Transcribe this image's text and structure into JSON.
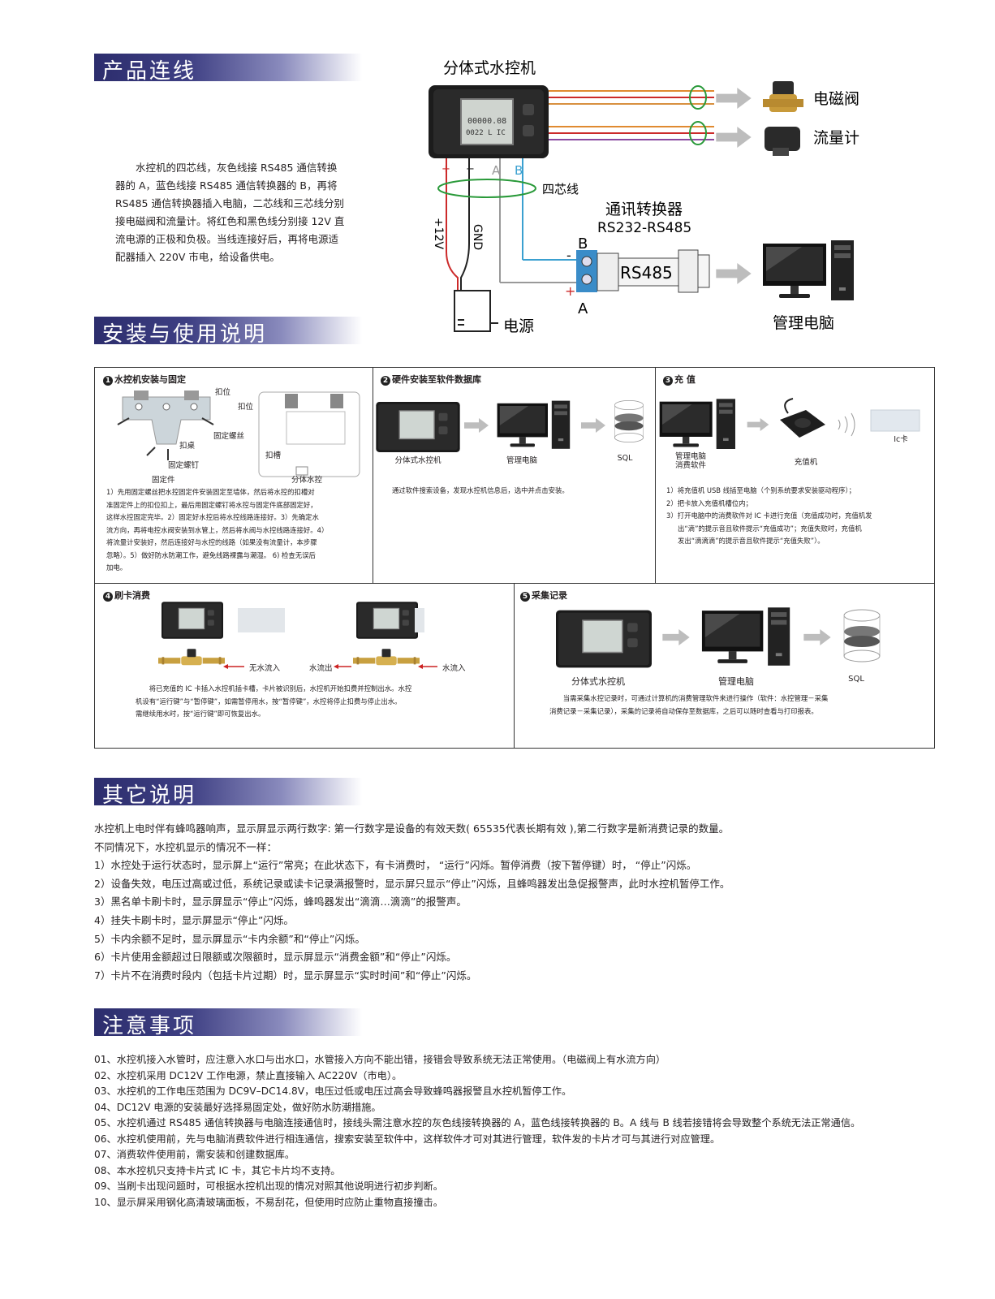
{
  "section_titles": {
    "wiring": "产品连线",
    "install": "安装与使用说明",
    "other": "其它说明",
    "caution": "注意事项"
  },
  "wiring_text": [
    "水控机的四芯线，灰色线接 RS485 通信转换",
    "器的 A，蓝色线接 RS485 通信转换器的 B，再将",
    "RS485 通信转换器插入电脑，二芯线和三芯线分别",
    "接电磁阀和流量计。将红色和黑色线分别接 12V 直",
    "流电源的正极和负极。当线连接好后，再将电源适",
    "配器插入 220V 市电，给设备供电。"
  ],
  "diagram": {
    "controller_label": "分体式水控机",
    "screen_line1": "00000.08",
    "screen_line2": "0022 L IC",
    "valve_label": "电磁阀",
    "flow_label": "流量计",
    "four_core": "四芯线",
    "converter_title": "通讯转换器",
    "converter_model": "RS232-RS485",
    "rs485": "RS485",
    "pc_label": "管理电脑",
    "power_label": "电源",
    "plus12": "+12V",
    "gnd": "GND",
    "wire_plus": "+",
    "wire_minus": "−",
    "wire_a": "A",
    "wire_b": "B",
    "term_b": "B",
    "term_a": "A",
    "term_minus": "-",
    "term_plus": "+"
  },
  "steps": {
    "s1": {
      "num": "1",
      "title": "水控机安装与固定",
      "lbl_kouwei": "扣位",
      "lbl_kouwei2": "扣位",
      "lbl_screw": "固定螺丝",
      "lbl_nail": "固定螺钉",
      "lbl_fix": "固定件",
      "lbl_body": "分体水控",
      "lbl_kouzhuo": "扣桌",
      "lbl_kouzhuo2": "扣槽",
      "text": [
        "1）先用固定螺丝把水控固定件安装固定至墙体，然后将水控的扣槽对",
        "准固定件上的扣位扣上，最后用固定螺钉将水控与固定件底部固定好，",
        "这样水控固定完毕。2）固定好水控后将水控线路连接好。3）先确定水",
        "流方向，再将电控水阀安装到水管上，然后将水阀与水控线路连接好。4）",
        "将流量计安装好，然后连接好与水控的线路（如果没有流量计，本步骤",
        "忽略）。5）做好防水防潮工作，避免线路裸露与潮湿。 6) 检查无误后",
        "加电。"
      ]
    },
    "s2": {
      "num": "2",
      "title": "硬件安装至软件数据库",
      "lbl_ctrl": "分体式水控机",
      "lbl_pc": "管理电脑",
      "lbl_sql": "SQL",
      "text": [
        "通过软件搜索设备，发现水控机信息后，选中并点击安装。"
      ]
    },
    "s3": {
      "num": "3",
      "title": "充 值",
      "lbl_pc1": "管理电脑",
      "lbl_pc2": "消费软件",
      "lbl_charger": "充值机",
      "lbl_card": "Ic卡",
      "text": [
        "1）将充值机 USB 线插至电脑（个别系统要求安装驱动程序）；",
        "2）把卡放入充值机槽位内；",
        "3）打开电脑中的消费软件对 IC 卡进行充值（充值成功时，充值机发",
        "出“滴”的提示音且软件提示“充值成功”；充值失败时，充值机",
        "发出“滴滴滴”的提示音且软件提示“充值失败”）。"
      ]
    },
    "s4": {
      "num": "4",
      "title": "刷卡消费",
      "lbl_nowater": "无水流入",
      "lbl_waterout": "水流出",
      "lbl_waterin": "水流入",
      "text": [
        "将已充值的 IC 卡插入水控机插卡槽，卡片被识别后，水控机开始扣费并控制出水。水控",
        "机设有“运行键”与“暂停键”，如需暂停用水，按“暂停键”，水控将停止扣费与停止出水。",
        "需继续用水时，按“运行键”即可恢复出水。"
      ]
    },
    "s5": {
      "num": "5",
      "title": "采集记录",
      "lbl_ctrl": "分体式水控机",
      "lbl_pc": "管理电脑",
      "lbl_sql": "SQL",
      "text": [
        "当需采集水控记录时，可通过计算机的消费管理软件来进行操作（软件：水控管理－采集",
        "消费记录－采集记录），采集的记录将自动保存至数据库，之后可以随时查看与打印报表。"
      ]
    }
  },
  "other_text": [
    "水控机上电时伴有蜂鸣器响声，显示屏显示两行数字: 第一行数字是设备的有效天数( 65535代表长期有效 ),第二行数字是新消费记录的数量。",
    "不同情况下，水控机显示的情况不一样：",
    "1）水控处于运行状态时，显示屏上“运行”常亮；在此状态下，有卡消费时， “运行”闪烁。暂停消费（按下暂停键）时， “停止”闪烁。",
    "2）设备失效，电压过高或过低，系统记录或读卡记录满报警时，显示屏只显示“停止”闪烁，且蜂鸣器发出急促报警声，此时水控机暂停工作。",
    "3）黑名单卡刷卡时，显示屏显示“停止”闪烁，蜂鸣器发出“滴滴…滴滴”的报警声。",
    "4）挂失卡刷卡时，显示屏显示“停止”闪烁。",
    "5）卡内余额不足时，显示屏显示“卡内余额”和“停止”闪烁。",
    "6）卡片使用金额超过日限额或次限额时，显示屏显示“消费金额”和“停止”闪烁。",
    "7）卡片不在消费时段内（包括卡片过期）时，显示屏显示“实时时间”和“停止”闪烁。"
  ],
  "caution_text": [
    "01、水控机接入水管时，应注意入水口与出水口，水管接入方向不能出错，接错会导致系统无法正常使用。（电磁阀上有水流方向）",
    "02、水控机采用 DC12V 工作电源，禁止直接输入 AC220V（市电）。",
    "03、水控机的工作电压范围为 DC9V–DC14.8V，电压过低或电压过高会导致蜂鸣器报警且水控机暂停工作。",
    "04、DC12V 电源的安装最好选择易固定处，做好防水防潮措施。",
    "05、水控机通过 RS485 通信转换器与电脑连接通信时，接线头需注意水控的灰色线接转换器的 A，蓝色线接转换器的 B。A 线与 B 线若接错将会导致整个系统无法正常通信。",
    "06、水控机使用前，先与电脑消费软件进行相连通信，搜索安装至软件中，这样软件才可对其进行管理，软件发的卡片才可与其进行对应管理。",
    "07、消费软件使用前，需安装和创建数据库。",
    "08、本水控机只支持卡片式 IC 卡，其它卡片均不支持。",
    "09、当刷卡出现问题时，可根据水控机出现的情况对照其他说明进行初步判断。",
    "10、显示屏采用钢化高清玻璃面板，不易刮花，但使用时应防止重物直接撞击。"
  ]
}
